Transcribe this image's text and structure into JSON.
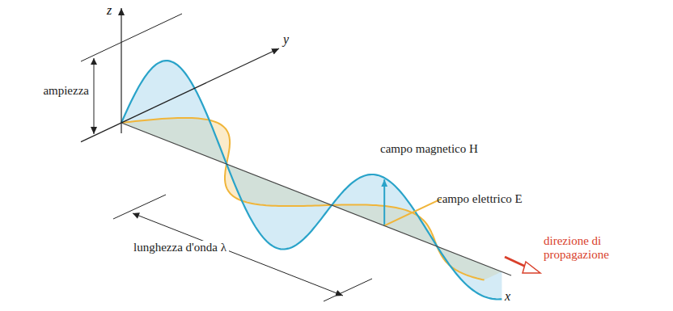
{
  "diagram": {
    "labels": [
      "z",
      "y",
      "ampiezza",
      "campo magnetico H",
      "campo elettrico E",
      "lunghezza d'onda λ",
      "direzione di propagazione",
      "x"
    ]
  }
}
